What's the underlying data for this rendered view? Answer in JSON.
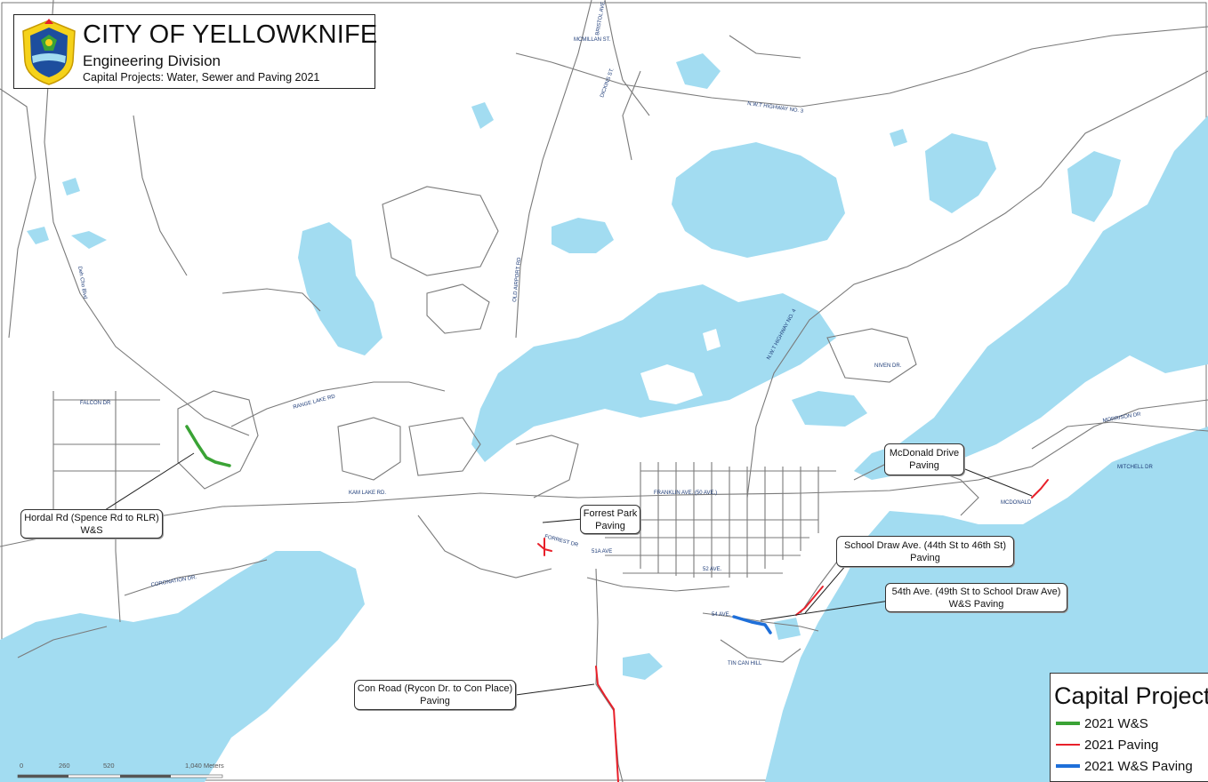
{
  "title": {
    "city": "CITY OF YELLOWKNIFE",
    "division": "Engineering Division",
    "subtitle": "Capital Projects: Water, Sewer and Paving 2021"
  },
  "callouts": {
    "hordal": {
      "line1": "Hordal Rd (Spence Rd to RLR)",
      "line2": "W&S"
    },
    "forrest": {
      "line1": "Forrest Park",
      "line2": "Paving"
    },
    "mcdonald": {
      "line1": "McDonald Drive",
      "line2": "Paving"
    },
    "school_draw": {
      "line1": "School Draw Ave. (44th St to 46th St)",
      "line2": "Paving"
    },
    "ave54": {
      "line1": "54th Ave. (49th St to School Draw Ave)",
      "line2": "W&S Paving"
    },
    "con_road": {
      "line1": "Con Road (Rycon Dr. to Con Place)",
      "line2": "Paving"
    }
  },
  "legend": {
    "title": "Capital Projects",
    "items": [
      {
        "label": "2021 W&S",
        "color": "#3aa335"
      },
      {
        "label": "2021 Paving",
        "color": "#e8202a"
      },
      {
        "label": "2021 W&S Paving",
        "color": "#1e6fd9"
      }
    ]
  },
  "scale_bar": {
    "labels": [
      "0",
      "260",
      "520",
      "1,040 Meters"
    ]
  },
  "road_labels": {
    "franklin": "FRANKLIN AVE. (50 AVE.)",
    "kam_lake": "KAM LAKE RD.",
    "nwt3": "N.W.T HIGHWAY NO. 3",
    "nwt4": "N.W.T HIGHWAY NO. 4",
    "old_airport": "OLD AIRPORT RD",
    "niven": "NIVEN DR.",
    "mcmillan": "MCMILLAN ST.",
    "dickins": "DICKINS ST.",
    "bristol": "BRISTOL AVE.",
    "deh_cho": "Deh Cho Blvd",
    "falcon": "FALCON DR",
    "range_lake": "RANGE LAKE RD",
    "forrest_dr": "FORREST DR",
    "s51_ave": "51A AVE",
    "ave52": "52 AVE.",
    "ave54": "54 AVE.",
    "tin_can": "TIN CAN HILL",
    "morrison": "MORRISON DR",
    "mitchell": "MITCHELL DR",
    "coronation": "CORONATION DR.",
    "mcdonald": "MCDONALD"
  },
  "colors": {
    "water": "#a2dcf1",
    "road": "#7a7a7a",
    "ws": "#3aa335",
    "paving": "#e8202a",
    "ws_paving": "#1e6fd9"
  }
}
